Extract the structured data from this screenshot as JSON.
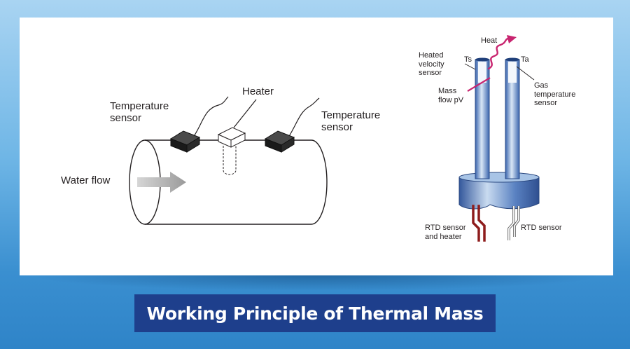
{
  "left_diagram": {
    "heater": "Heater",
    "temp_sensor_left": [
      "Temperature",
      "sensor"
    ],
    "temp_sensor_right": [
      "Temperature",
      "sensor"
    ],
    "water_flow": "Water flow"
  },
  "right_diagram": {
    "heat": "Heat",
    "ts": "Ts",
    "ta": "Ta",
    "heated_velocity_sensor": [
      "Heated",
      "velocity",
      "sensor"
    ],
    "mass_flow": [
      "Mass",
      "flow pV"
    ],
    "gas_temperature_sensor": [
      "Gas",
      "temperature",
      "sensor"
    ],
    "rtd_heater": [
      "RTD sensor",
      "and heater"
    ],
    "rtd_sensor": "RTD sensor"
  },
  "title": "Working Principle of Thermal Mass",
  "colors": {
    "title_bg": "#1e3f8c",
    "probe_blue": "#3e6fb8",
    "heat_magenta": "#c8246f",
    "heater_wire": "#8e1c1c"
  }
}
